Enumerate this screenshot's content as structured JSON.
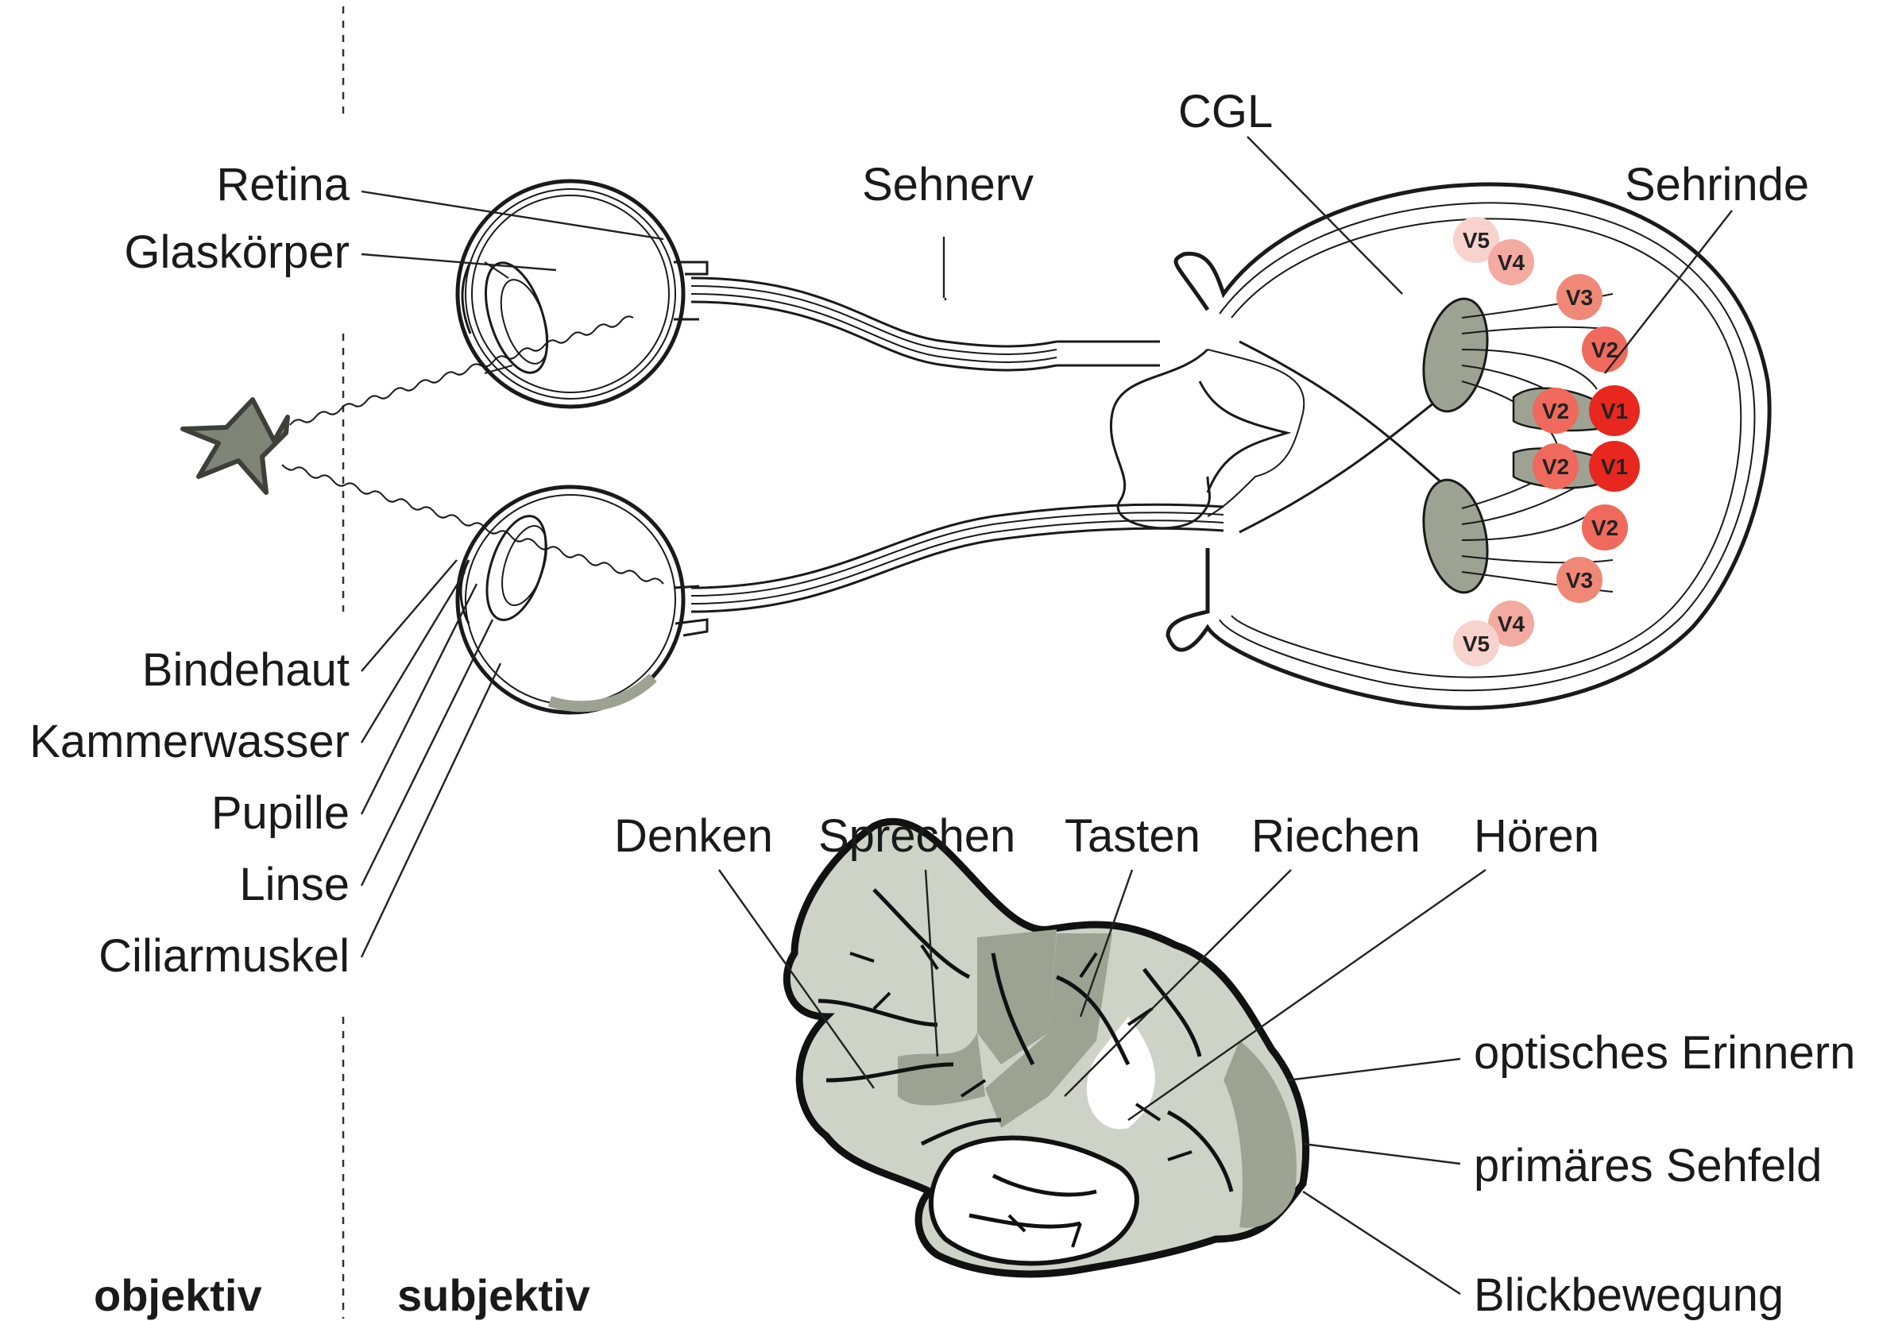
{
  "labels": {
    "retina": "Retina",
    "glaskoerper": "Glaskörper",
    "sehnerv": "Sehnerv",
    "cgl": "CGL",
    "sehrinde": "Sehrinde",
    "bindehaut": "Bindehaut",
    "kammerwasser": "Kammerwasser",
    "pupille": "Pupille",
    "linse": "Linse",
    "ciliarmuskel": "Ciliarmuskel",
    "denken": "Denken",
    "sprechen": "Sprechen",
    "tasten": "Tasten",
    "riechen": "Riechen",
    "hoeren": "Hören",
    "optisches_erinnern": "optisches Erinnern",
    "primaeres_sehfeld": "primäres Sehfeld",
    "blickbewegung": "Blickbewegung",
    "objektiv": "objektiv",
    "subjektiv": "subjektiv"
  },
  "cortex_areas": {
    "upper": [
      "V5",
      "V4",
      "V3",
      "V2",
      "V2",
      "V1"
    ],
    "lower": [
      "V1",
      "V2",
      "V2",
      "V3",
      "V4",
      "V5"
    ]
  },
  "colors": {
    "v1": "#e8281e",
    "v2": "#ef6a5c",
    "v3": "#f08878",
    "v4": "#f3aaa0",
    "v5": "#f8d2cc",
    "brain_gray": "#9ea293",
    "brain_light": "#cfd2c6",
    "star": "#7f8476"
  }
}
